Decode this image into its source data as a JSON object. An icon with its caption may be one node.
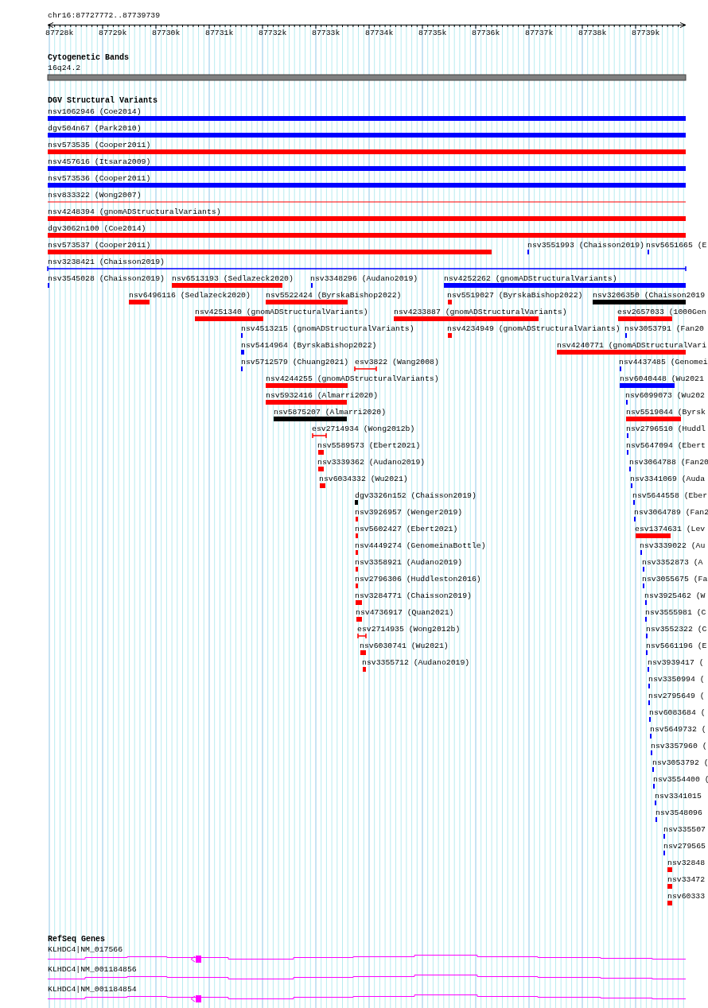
{
  "diagram": {
    "title": "chr16:87727772..87739739",
    "labels": [
      "87728k",
      "87729k",
      "87730k",
      "87731k",
      "87732k",
      "87733k",
      "87734k",
      "87735k",
      "87736k",
      "87737k",
      "87738k",
      "87739k",
      "Cytogenetic Bands",
      "16q24.2",
      "DGV Structural Variants",
      "nsv1062946 (Coe2014)",
      "dgv504n67 (Park2010)",
      "nsv573535 (Cooper2011)",
      "nsv457616 (Itsara2009)",
      "nsv573536 (Cooper2011)",
      "nsv833322 (Wong2007)",
      "nsv4248394 (gnomADStructuralVariants)",
      "dgv3062n100 (Coe2014)",
      "nsv573537 (Cooper2011)",
      "nsv3551993 (Chaisson2019)",
      "nsv5651665 (E",
      "nsv3238421 (Chaisson2019)",
      "nsv3545028 (Chaisson2019)",
      "nsv6513193 (Sedlazeck2020)",
      "nsv3348296 (Audano2019)",
      "nsv4252262 (gnomADStructuralVariants)",
      "nsv6496116 (Sedlazeck2020)",
      "nsv5522424 (ByrskaBishop2022)",
      "nsv5519027 (ByrskaBishop2022)",
      "nsv3206350 (Chaisson2019",
      "nsv4251340 (gnomADStructuralVariants)",
      "nsv4233887 (gnomADStructuralVariants)",
      "esv2657033 (1000Gen",
      "nsv4513215 (gnomADStructuralVariants)",
      "nsv4234949 (gnomADStructuralVariants)",
      "nsv3053791 (Fan20",
      "nsv5414964 (ByrskaBishop2022)",
      "nsv4240771 (gnomADStructuralVari",
      "nsv5712579 (Chuang2021)",
      "esv3822 (Wang2008)",
      "nsv4437485 (Genomei",
      "nsv4244255 (gnomADStructuralVariants)",
      "nsv6040448 (Wu2021",
      "nsv5932416 (Almarri2020)",
      "nsv6099073 (Wu202",
      "nsv5875207 (Almarri2020)",
      "nsv5519044 (Byrsk",
      "esv2714934 (Wong2012b)",
      "nsv2796510 (Huddl",
      "nsv5589573 (Ebert2021)",
      "nsv5647094 (Ebert",
      "nsv3339362 (Audano2019)",
      "nsv3064788 (Fan20",
      "nsv6034332 (Wu2021)",
      "nsv3341069 (Auda",
      "dgv3326n152 (Chaisson2019)",
      "nsv5644558 (Eber",
      "nsv3926957 (Wenger2019)",
      "nsv3064789 (Fan2",
      "nsv5602427 (Ebert2021)",
      "esv1374631 (Lev",
      "nsv4449274 (GenomeinaBottle)",
      "nsv3339022 (Au",
      "nsv3358921 (Audano2019)",
      "nsv3352873 (A",
      "nsv2796306 (Huddleston2016)",
      "nsv3055675 (Fa",
      "nsv3284771 (Chaisson2019)",
      "nsv3925462 (W",
      "nsv4736917 (Quan2021)",
      "nsv3555981 (C",
      "esv2714935 (Wong2012b)",
      "nsv3552322 (C",
      "nsv6030741 (Wu2021)",
      "nsv5661196 (E",
      "nsv3355712 (Audano2019)",
      "nsv3939417 (",
      "nsv3350994 (",
      "nsv2795649 (",
      "nsv6083684 (",
      "nsv5649732 (",
      "nsv3357960 (",
      "nsv3053792 (",
      "nsv3554400 (",
      "nsv3341015",
      "nsv3548096",
      "nsv335507",
      "nsv279565",
      "nsv32848",
      "nsv33472",
      "nsv60333",
      "RefSeq Genes",
      "KLHDC4|NM_017566",
      "KLHDC4|NM_001184856",
      "KLHDC4|NM_001184854"
    ]
  }
}
